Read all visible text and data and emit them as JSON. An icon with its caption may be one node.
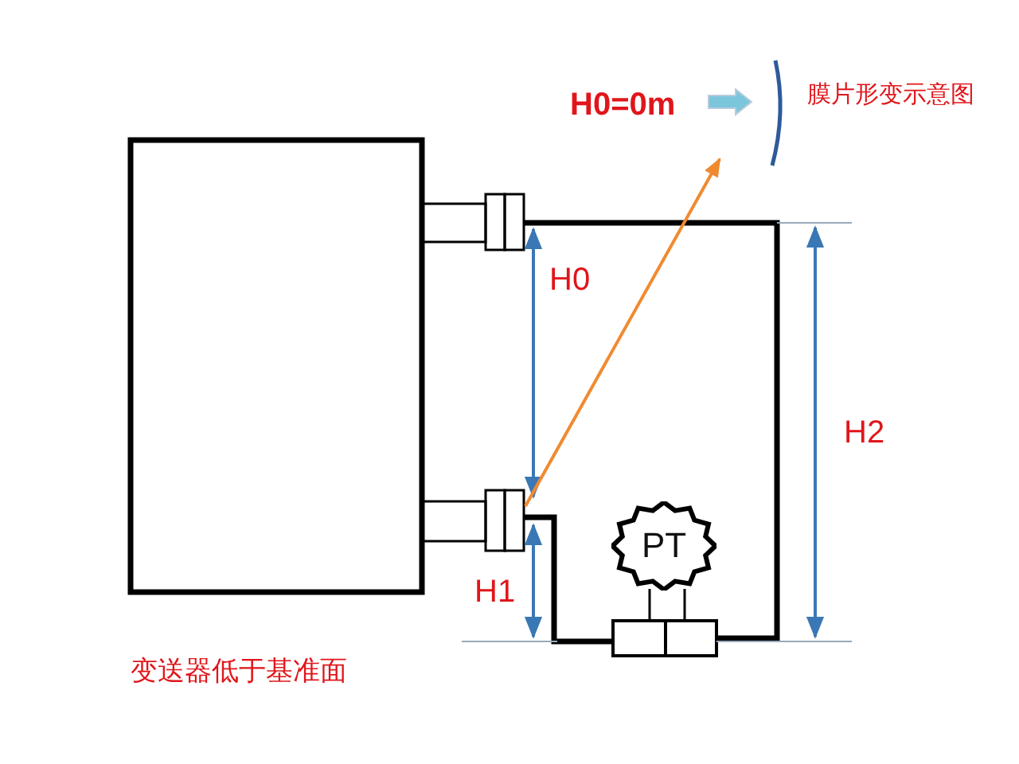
{
  "diagram": {
    "nodes": [
      {
        "text": [
          "PT"
        ]
      }
    ],
    "labels": [
      "H0=0m",
      "膜片形变示意图",
      "H0",
      "H2",
      "H1",
      "变送器低于基准面"
    ]
  }
}
